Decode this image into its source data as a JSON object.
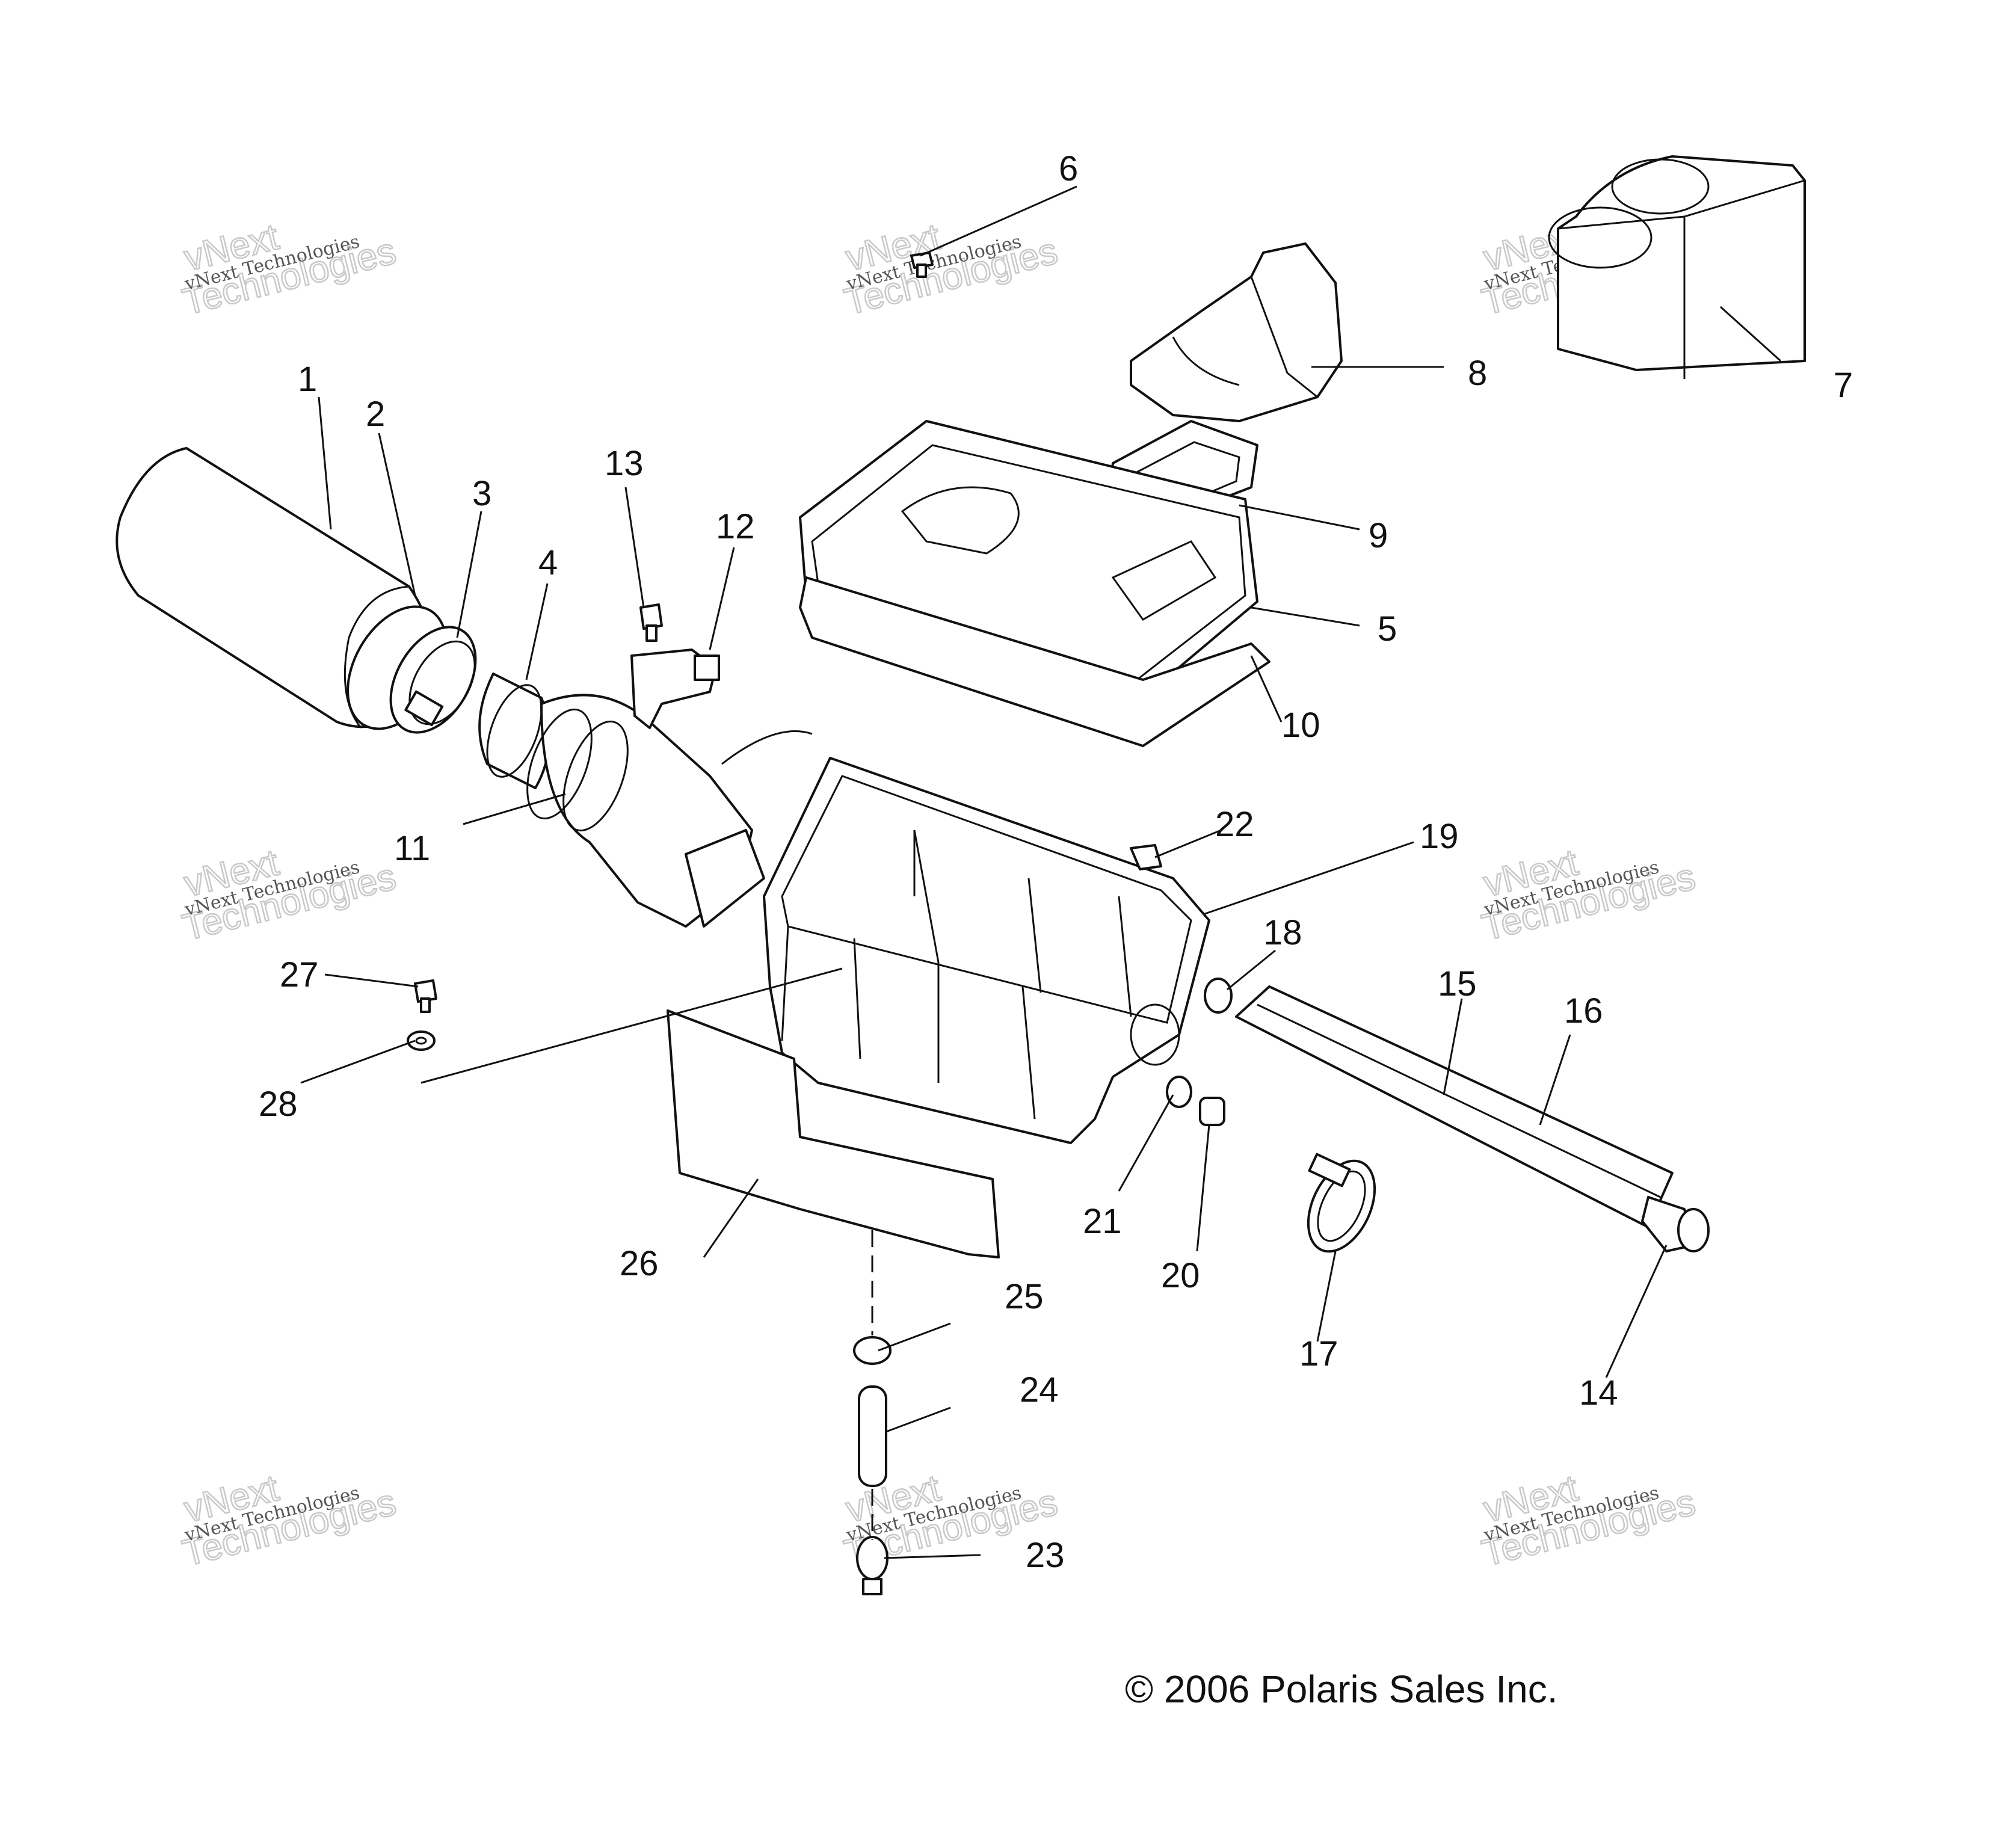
{
  "callouts": [
    "1",
    "2",
    "3",
    "4",
    "5",
    "6",
    "7",
    "8",
    "9",
    "10",
    "11",
    "12",
    "13",
    "14",
    "15",
    "16",
    "17",
    "18",
    "19",
    "20",
    "21",
    "22",
    "23",
    "24",
    "25",
    "26",
    "27",
    "28"
  ],
  "watermark": {
    "line1": "vNext Technologies",
    "line2": "vNext",
    "line3": "Technologies"
  },
  "copyright": "© 2006 Polaris Sales Inc."
}
